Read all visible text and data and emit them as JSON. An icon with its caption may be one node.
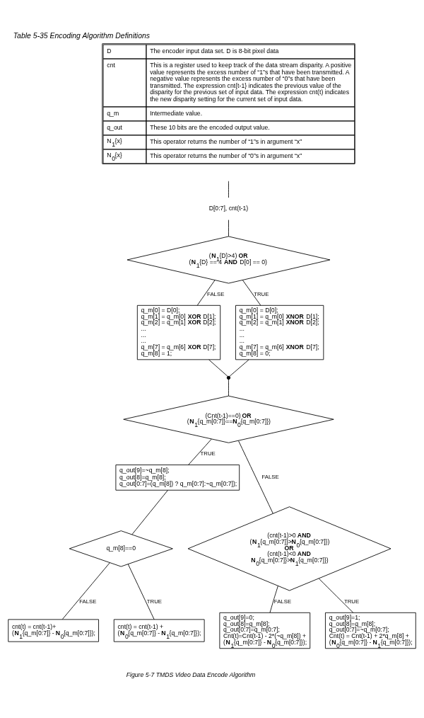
{
  "diagram": {
    "title": "Table 5-35 Encoding Algorithm Definitions",
    "caption": "Figure 5-7 TMDS Video Data Encode Algorithm",
    "nodes": [
      {
        "text": [
          "D[0:7], cnt(t-1)"
        ]
      },
      {
        "text": [
          "(**N**$_{1}${D}>4) **OR**",
          "(**N**$_{1}${D} == 4 **AND** D[0] == 0)"
        ]
      },
      {
        "text": [
          "q_m[0] = D[0];",
          "q_m[1] = q_m[0] **XOR** D[1];",
          "q_m[2] = q_m[1] **XOR** D[2];",
          "...",
          "...",
          "...",
          "q_m[7] = q_m[6] **XOR** D[7];",
          "q_m[8] = 1;"
        ]
      },
      {
        "text": [
          "q_m[0] = D[0];",
          "q_m[1] = q_m[0] **XNOR** D[1];",
          "q_m[2] = q_m[1] **XNOR** D[2];",
          "...",
          "...",
          "...",
          "q_m[7] = q_m[6] **XNOR** D[7];",
          "q_m[8] = 0;"
        ]
      },
      {
        "text": [],
        "shape": "circle"
      },
      {
        "text": [
          "(Cnt(t-1)==0) **OR**",
          "(**N**$_{1}${q_m[0:7]}==**N**$_{0}${q_m[0:7]})"
        ]
      },
      {
        "text": [
          "q_out[9]=~q_m[8];",
          "q_out[8]=q_m[8];",
          "q_out[0:7]=(q_m[8]) ? q_m[0:7]:~q_m[0:7]);"
        ]
      },
      {
        "text": [
          "q_m[8]==0"
        ]
      },
      {
        "text": [
          "cnt(t) = cnt(t-1)+",
          "(**N**$_{1}${q_m[0:7]} - **N**$_{0}${q_m[0:7]});"
        ]
      },
      {
        "text": [
          "cnt(t) = cnt(t-1) +",
          "(**N**$_{0}${q_m[0:7]} - **N**$_{1}${q_m[0:7]});"
        ]
      },
      {
        "text": [
          "(cnt(t-1)>0 **AND**",
          "(**N**$_{1}${q_m[0:7]}>**N**$_{0}${q_m[0:7]})",
          "**OR**",
          "(cnt(t-1)<0 **AND**",
          "**N**$_{0}${q_m[0:7]}>**N**$_{1}${q_m[0:7]})"
        ]
      },
      {
        "text": [
          "q_out[9]=0;",
          "q_out[8]=q_m[8];",
          "q_out[0:7]=q_m[0:7];",
          "Cnt(t)=Cnt(t-1) - 2*(~q_m[8]) +",
          "(**N**$_{1}${q_m[0:7]} - **N**$_{0}${q_m[0:7]});"
        ]
      },
      {
        "text": [
          "q_out[9]=1;",
          "q_out[8]=q_m[8];",
          "q_out[0:7]=~q_m[0:7];",
          "Cnt(t) = Cnt(t-1) + 2*q_m[8] +",
          "(**N**$_{0}${q_m[0:7]} - **N**$_{1}${q_m[0:7]});"
        ]
      }
    ],
    "edges": [
      {
        "from": null,
        "to": 0,
        "arrow": "none"
      },
      {
        "from": 0,
        "to": 1,
        "arrow": "none"
      },
      {
        "from": 1,
        "to": 2,
        "arrow": "none",
        "label": "FALSE"
      },
      {
        "from": 1,
        "to": 3,
        "arrow": "none",
        "label": "TRUE"
      },
      {
        "from": 2,
        "to": 4,
        "arrow": "none"
      },
      {
        "from": 3,
        "to": 4,
        "arrow": "none"
      },
      {
        "from": 4,
        "to": 5,
        "arrow": "none"
      },
      {
        "from": 5,
        "to": 6,
        "arrow": "none",
        "label": "TRUE"
      },
      {
        "from": 5,
        "to": 10,
        "arrow": "none",
        "label": "FALSE"
      },
      {
        "from": 6,
        "to": 7,
        "arrow": "none"
      },
      {
        "from": 7,
        "to": 8,
        "arrow": "none",
        "label": "FALSE"
      },
      {
        "from": 7,
        "to": 9,
        "arrow": "none",
        "label": "TRUE"
      },
      {
        "from": 10,
        "to": 11,
        "arrow": "none",
        "label": "FALSE"
      },
      {
        "from": 10,
        "to": 12,
        "arrow": "none",
        "label": "TRUE"
      }
    ],
    "labels": [
      "D",
      "The encoder input data set. D is 8-bit pixel data",
      "cnt",
      "This is a register used to keep track of the data stream disparity. A positive value represents the excess number of “1”s that have been transmitted. A negative value represents the excess number of “0”s that have been transmitted. The expression cnt{t-1} indicates the previous value of the disparity for the previous set of input data. The expression cnt(t) indicates the new disparity setting for the current set of input data.",
      "q_m",
      "Intermediate value.",
      "q_out",
      "These 10 bits are the encoded output value.",
      "N$_{1}${x}",
      "This operator returns the number of “1”s in argument “x”",
      "N$_{0}${x}",
      "This operator returns the number of “0”s in argument “x”"
    ]
  }
}
